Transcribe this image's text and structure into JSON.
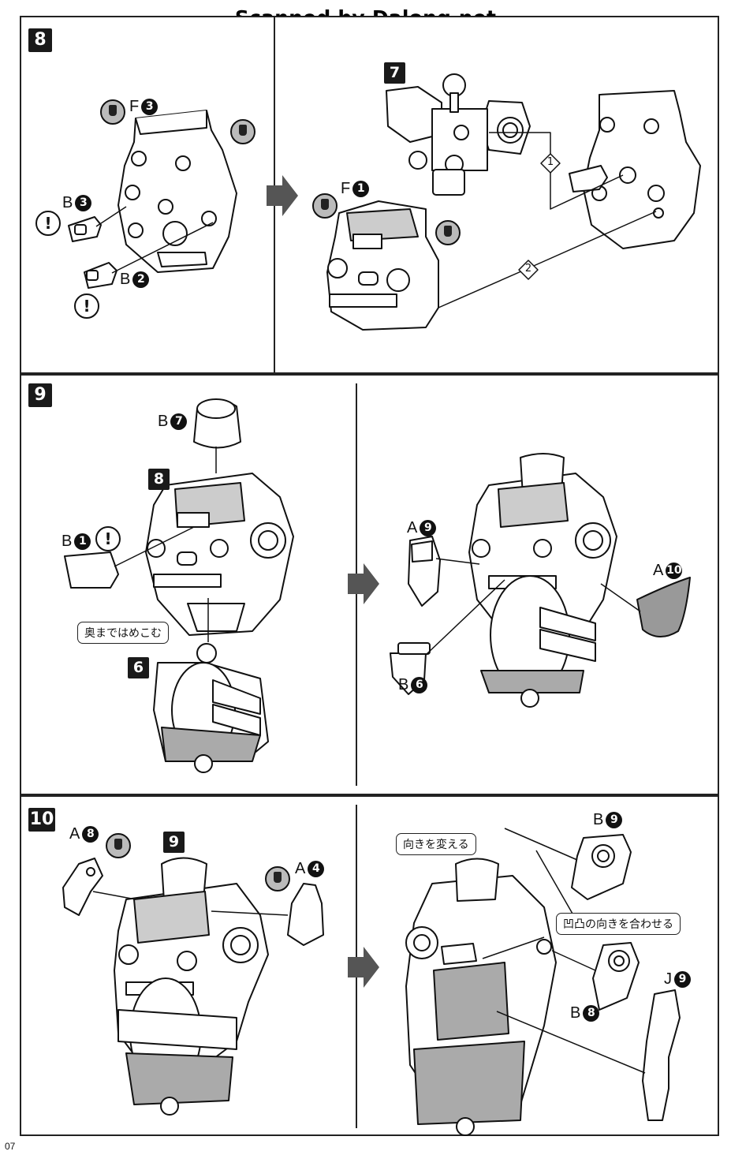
{
  "watermark": "Scanned by Dalong.net",
  "page_number": "07",
  "steps": [
    {
      "id": "8",
      "sub_ref": "7",
      "labels": {
        "f3": "F",
        "b3": "B",
        "b2": "B",
        "f1": "F"
      },
      "nums": {
        "f3": "3",
        "b3": "3",
        "b2": "2",
        "f1": "1"
      },
      "seq": [
        "1",
        "2"
      ]
    },
    {
      "id": "9",
      "sub_ref_a": "8",
      "sub_ref_b": "6",
      "labels": {
        "b7": "B",
        "b1": "B",
        "a9": "A",
        "a10": "A",
        "b6": "B"
      },
      "nums": {
        "b7": "7",
        "b1": "1",
        "a9": "9",
        "a10": "10",
        "b6": "6"
      },
      "callout": "奥まではめこむ"
    },
    {
      "id": "10",
      "sub_ref": "9",
      "labels": {
        "a8": "A",
        "a4": "A",
        "b9": "B",
        "b8": "B",
        "j9": "J"
      },
      "nums": {
        "a8": "8",
        "a4": "4",
        "b9": "9",
        "b8": "8",
        "j9": "9"
      },
      "callout_1": "向きを変える",
      "callout_2": "凹凸の向きを合わせる"
    }
  ],
  "icons": {
    "warning": "!"
  }
}
